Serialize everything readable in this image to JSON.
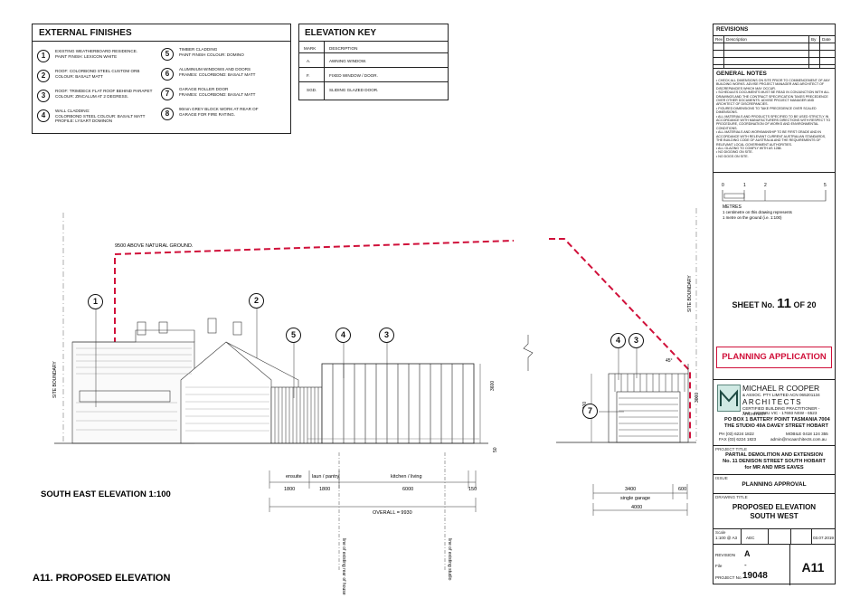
{
  "finishes": {
    "title": "EXTERNAL FINISHES",
    "items": [
      {
        "n": "1",
        "l1": "EXISTING WEATHERBOARD RESIDENCE.",
        "l2": "PAINT FINISH: LEXICON WHITE",
        "l3": ""
      },
      {
        "n": "2",
        "l1": "ROOF: COLORBOND STEEL CUSTOM ORB",
        "l2": "COLOUR: BASALT MATT",
        "l3": ""
      },
      {
        "n": "3",
        "l1": "ROOF: TRIMDECK FLAT ROOF BEHIND PARAPET",
        "l2": "COLOUR: ZINCALUM AT 2 DEGRESS.",
        "l3": ""
      },
      {
        "n": "4",
        "l1": "WALL CLADDING:",
        "l2": "COLORBOND STEEL COLOUR: BASALT MATT",
        "l3": "PROFILE: LYSART DOMINON"
      },
      {
        "n": "5",
        "l1": "TIMBER CLADDING",
        "l2": "PAINT FINISH COLOUR: DOMINO",
        "l3": ""
      },
      {
        "n": "6",
        "l1": "ALUMINIUM WINDOWS AND DOORS",
        "l2": "FRAMES: COLORBOND: BASALT MATT",
        "l3": ""
      },
      {
        "n": "7",
        "l1": "GARAGE ROLLER DOOR",
        "l2": "FRAMES: COLORBOND: BASALT MATT",
        "l3": ""
      },
      {
        "n": "8",
        "l1": "90mm GREY BLOCK WORK AT REAR OF",
        "l2": "GARAGE FOR FIRE RATING.",
        "l3": ""
      }
    ]
  },
  "key": {
    "title": "ELEVATION KEY",
    "col_mark": "MARK",
    "col_desc": "DESCRIPTION",
    "rows": [
      {
        "mark": "A.",
        "desc": "AWNING WINDOW."
      },
      {
        "mark": "F.",
        "desc": "FIXED WINDOW / DOOR."
      },
      {
        "mark": "SGD.",
        "desc": "SLIDING GLAZED DOOR."
      }
    ]
  },
  "drawing": {
    "height_line": "9500 ABOVE NATURAL GROUND.",
    "site_boundary": "SITE BOUNDARY",
    "dim_3600": "3600",
    "dim_3000_left": "3000",
    "dim_3000_right": "3000",
    "dim_50": "50",
    "angle": "45°",
    "rooms": [
      "ensuite",
      "laun / pantry",
      "kitchen / living"
    ],
    "dims": [
      "1800",
      "1800",
      "6000",
      "150"
    ],
    "overall": "OVERALL = 9930",
    "rear_house": "line of existing rear of house",
    "existing_studio": "line of existing studio",
    "garage_dims": [
      "3400",
      "600"
    ],
    "garage_label": "single garage",
    "garage_total": "4000",
    "elev_title": "SOUTH EAST ELEVATION  1:100",
    "sheet_title": "A11. PROPOSED ELEVATION"
  },
  "titleblock": {
    "revisions": "REVISIONS",
    "rev_cols": [
      "Rev",
      "Description",
      "By",
      "Date"
    ],
    "general_notes": "GENERAL NOTES",
    "notes": [
      "CHECK ALL DIMENSIONS ON SITE PRIOR TO COMMENCEMENT OF ANY BUILDING WORKS. ADVISE PROJECT MANAGER AND ARCHITECT OF DISCREPANCIES WHICH MAY OCCUR.",
      "SCHEDULES DOCUMENTS MUST BE READ IN CONJUNCTION WITH ALL DRAWINGS AND THE CONTRACT SPECIFICATION TAKES PRECEDENCE OVER OTHER DOCUMENTS. ADVISE PROJECT MANAGER AND ARCHITECT OF DISCREPANCIES.",
      "FIGURED DIMENSIONS TO TAKE PRECEDENCE OVER SCALED DIMENSIONS.",
      "ALL MATERIALS AND PRODUCTS SPECIFIED TO BE USED STRICTLY IN ACCORDANCE WITH MANUFACTURERS DIRECTIONS WITH RESPECT TO PROCEDURE, COORDINATION OF WORKS AND ENVIRONMENTAL CONDITIONS.",
      "ALL MATERIALS AND WORKMANSHIP TO BE FIRST GRADE AND IN ACCORDANCE WITH RELEVANT CURRENT AUSTRALIAN STANDARDS, THE BUILDING CODE OF AUSTRALIA AND THE REQUIREMENTS OF RELEVANT LOCAL GOVERNMENT AUTHORITIES.",
      "ALL GLAZING TO COMPLY WITH AS 1288.",
      "NO DIGGING ON SITE.",
      "NO DOGS ON SITE."
    ],
    "scale_ticks": [
      "0",
      "1",
      "2",
      "5"
    ],
    "scale_unit": "METRES",
    "scale_note1": "1 centimetre on this drawing represents",
    "scale_note2": "1 metre on the ground (i.e. 1:100)",
    "sheet_prefix": "SHEET No.",
    "sheet_no": "11",
    "sheet_of": "OF 20",
    "planning": "PLANNING APPLICATION",
    "firm_name": "MICHAEL R COOPER",
    "firm_sub": "& ASSOC. PTY LIMITED     ACN 065201134",
    "firm_arch": "ARCHITECTS",
    "firm_cert": "CERTIFIED BUILDING PRACTITIONER - ARCHITECT",
    "firm_reg": "TAS - CC682U      VIC - 17693      NSW - 6523",
    "addr1": "PO BOX 1 BATTERY POINT TASMANIA 7004",
    "addr2": "THE STUDIO 49A DAVEY STREET HOBART",
    "ph": "PH    (03) 6224 1822",
    "mobile": "MOBILE 0418 124 355",
    "fax": "FAX   (03) 6224 1823",
    "email": "admin@mcaarchitects.com.au",
    "project_title_lbl": "PROJECT TITLE",
    "project_l1": "PARTIAL DEMOLITION AND EXTENSION",
    "project_l2": "No. 11 DENISON STREET SOUTH HOBART",
    "project_l3": "for MR AND MRS EAVES",
    "issue_lbl": "ISSUE",
    "issue": "PLANNING APPROVAL",
    "drawing_title_lbl": "DRAWING TITLE",
    "drawing_l1": "PROPOSED ELEVATION",
    "drawing_l2": "SOUTH WEST",
    "scale_lbl": "Scale",
    "scale": "1:100 @ A3",
    "drawn": "AEC",
    "date": "03.07.2019",
    "revision_lbl": "REVISION",
    "revision": "A",
    "file_lbl": "File",
    "file": "-",
    "projno_lbl": "PROJECT No.",
    "projno": "19048",
    "sheet_code": "A11"
  }
}
